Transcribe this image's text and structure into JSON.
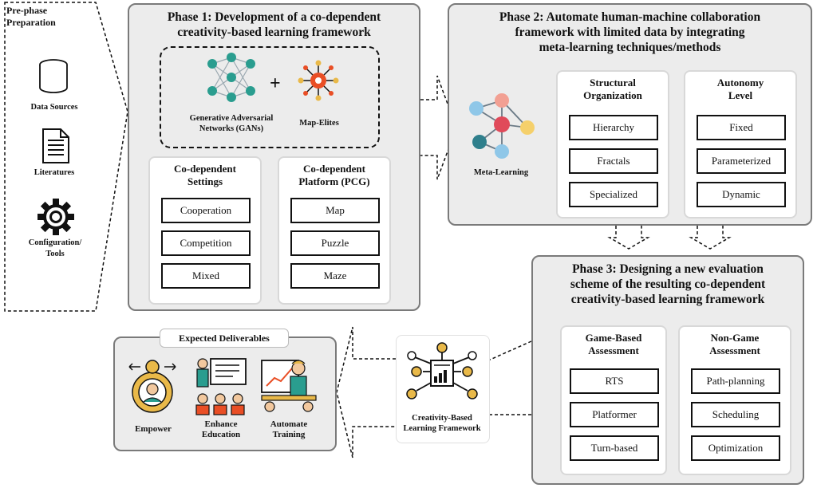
{
  "prephase": {
    "title": "Pre-phase\nPreparation",
    "items": [
      {
        "label": "Data Sources",
        "icon": "database-icon"
      },
      {
        "label": "Literatures",
        "icon": "document-icon"
      },
      {
        "label": "Configuration/\nTools",
        "icon": "gear-icon"
      }
    ]
  },
  "phase1": {
    "title": "Phase 1: Development of a co-dependent\ncreativity-based learning framework",
    "gan_label": "Generative Adversarial\nNetworks (GANs)",
    "plus": "+",
    "mapelites_label": "Map-Elites",
    "settings": {
      "title": "Co-dependent\nSettings",
      "items": [
        "Cooperation",
        "Competition",
        "Mixed"
      ]
    },
    "platform": {
      "title": "Co-dependent\nPlatform (PCG)",
      "items": [
        "Map",
        "Puzzle",
        "Maze"
      ]
    }
  },
  "phase2": {
    "title": "Phase 2: Automate human-machine collaboration\nframework with limited data by integrating\nmeta-learning techniques/methods",
    "meta_label": "Meta-Learning",
    "structural": {
      "title": "Structural\nOrganization",
      "items": [
        "Hierarchy",
        "Fractals",
        "Specialized"
      ]
    },
    "autonomy": {
      "title": "Autonomy\nLevel",
      "items": [
        "Fixed",
        "Parameterized",
        "Dynamic"
      ]
    }
  },
  "phase3": {
    "title": "Phase 3: Designing a new evaluation\nscheme of the resulting co-dependent\ncreativity-based learning framework",
    "game": {
      "title": "Game-Based\nAssessment",
      "items": [
        "RTS",
        "Platformer",
        "Turn-based"
      ]
    },
    "nongame": {
      "title": "Non-Game\nAssessment",
      "items": [
        "Path-planning",
        "Scheduling",
        "Optimization"
      ]
    }
  },
  "framework": {
    "label": "Creativity-Based\nLearning Framework"
  },
  "deliverables": {
    "title": "Expected Deliverables",
    "items": [
      {
        "label": "Empower"
      },
      {
        "label": "Enhance\nEducation"
      },
      {
        "label": "Automate\nTraining"
      }
    ]
  },
  "colors": {
    "panel": "#ececec",
    "border": "#7a7a7a",
    "orange": "#e94e25",
    "teal": "#2a9d8f",
    "gold": "#e9b949",
    "salmon": "#f2a093"
  }
}
